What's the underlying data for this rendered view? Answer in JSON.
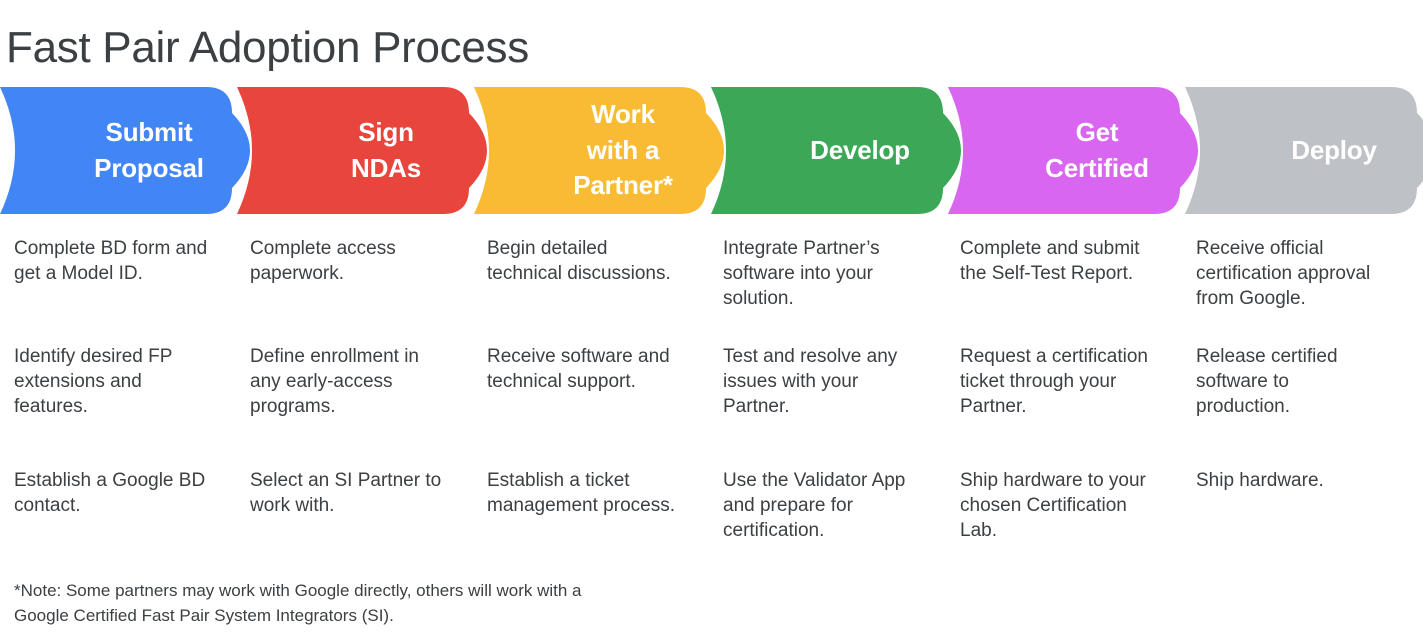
{
  "page": {
    "title": "Fast Pair Adoption Process",
    "background": "#ffffff",
    "text_color": "#3c4043"
  },
  "process": {
    "stages": [
      {
        "label": "Submit\nProposal",
        "color": "#4285f4",
        "name": "submit-proposal"
      },
      {
        "label": "Sign\nNDAs",
        "color": "#e8453c",
        "name": "sign-ndas"
      },
      {
        "label": "Work\nwith a\nPartner*",
        "color": "#f8bb33",
        "name": "work-with-a-partner"
      },
      {
        "label": "Develop",
        "color": "#3ba757",
        "name": "develop"
      },
      {
        "label": "Get\nCertified",
        "color": "#d866f0",
        "name": "get-certified"
      },
      {
        "label": "Deploy",
        "color": "#bec1c6",
        "name": "deploy"
      }
    ]
  },
  "steps": {
    "columns": [
      {
        "stage": "Submit Proposal",
        "items": [
          "Complete BD form and\nget a Model ID.",
          "Identify desired FP\nextensions and\nfeatures.",
          "Establish a Google BD\ncontact."
        ]
      },
      {
        "stage": "Sign NDAs",
        "items": [
          "Complete access\npaperwork.",
          "Define enrollment in\nany early-access\nprograms.",
          "Select an SI Partner to\nwork with."
        ]
      },
      {
        "stage": "Work with a Partner*",
        "items": [
          "Begin detailed\ntechnical discussions.",
          "Receive software and\ntechnical support.",
          "Establish a ticket\nmanagement process."
        ]
      },
      {
        "stage": "Develop",
        "items": [
          "Integrate Partner’s\nsoftware into your\nsolution.",
          "Test and resolve any\nissues with your\nPartner.",
          "Use the Validator App\nand prepare for\ncertification."
        ]
      },
      {
        "stage": "Get Certified",
        "items": [
          "Complete and submit\nthe Self-Test Report.",
          "Request a certification\nticket through your\nPartner.",
          "Ship hardware to your\nchosen Certification\nLab."
        ]
      },
      {
        "stage": "Deploy",
        "items": [
          "Receive official\ncertification approval\nfrom Google.",
          "Release certified\nsoftware to\nproduction.",
          "Ship hardware."
        ]
      }
    ]
  },
  "footnote": {
    "text": "*Note: Some partners may work with Google directly, others will work with a\nGoogle Certified Fast Pair System Integrators (SI)."
  }
}
